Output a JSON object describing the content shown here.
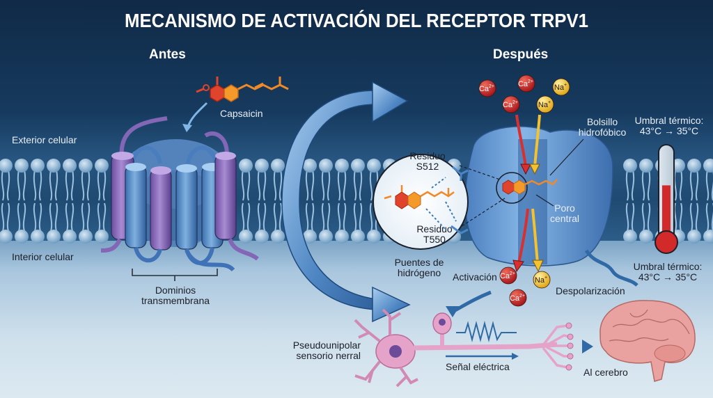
{
  "title": "MECANISMO DE ACTIVACIÓN DEL RECEPTOR TRPV1",
  "panels": {
    "before": {
      "heading": "Antes",
      "ligand_label": "Capsaicin",
      "exterior_label": "Exterior celular",
      "interior_label": "Interior celular",
      "domains_label_line1": "Dominios",
      "domains_label_line2": "transmembrana"
    },
    "after": {
      "heading": "Después",
      "ions_top": [
        {
          "symbol": "Ca",
          "charge": "2+",
          "color": "#c8262a"
        },
        {
          "symbol": "Ca",
          "charge": "2+",
          "color": "#c8262a"
        },
        {
          "symbol": "Na",
          "charge": "+",
          "color": "#f2c230"
        },
        {
          "symbol": "Ca",
          "charge": "2+",
          "color": "#c8262a"
        },
        {
          "symbol": "Na",
          "charge": "+",
          "color": "#f2c230"
        }
      ],
      "ions_bottom": [
        {
          "symbol": "Ca",
          "charge": "2+",
          "color": "#c8262a"
        },
        {
          "symbol": "Na",
          "charge": "+",
          "color": "#f2c230"
        },
        {
          "symbol": "Ca",
          "charge": "2+",
          "color": "#c8262a"
        }
      ],
      "pocket_label_line1": "Bolsillo",
      "pocket_label_line2": "hidrofóbico",
      "pore_label_line1": "Poro",
      "pore_label_line2": "central",
      "residue1_line1": "Residuo",
      "residue1_line2": "S512",
      "residue2_line1": "Residuo",
      "residue2_line2": "T550",
      "hbond_label_line1": "Puentes de",
      "hbond_label_line2": "hidrógeno",
      "activation_label": "Activación",
      "depolarization_label": "Despolarización",
      "thermal_top_line1": "Umbral térmico:",
      "thermal_top_line2": "43°C → 35°C",
      "thermal_bottom_line1": "Umbral térmico:",
      "thermal_bottom_line2": "43°C → 35°C",
      "thermometer_fill_fraction": 0.6
    },
    "neuron": {
      "neuron_label_line1": "Pseudounipolar",
      "neuron_label_line2": "sensorio nerral",
      "signal_label": "Señal eléctrica",
      "brain_label": "Al cerebro"
    }
  },
  "colors": {
    "membrane_head": "#8fb7d6",
    "helix_blue": "#4f86c4",
    "helix_purple": "#8a6bb8",
    "capsaicin_red": "#e0442c",
    "capsaicin_orange": "#f39a2a",
    "calcium": "#c8262a",
    "sodium": "#f2c230",
    "neuron_pink": "#e6a3c9",
    "brain_pink": "#e9a2a0",
    "thermo_red": "#d22a2a"
  }
}
